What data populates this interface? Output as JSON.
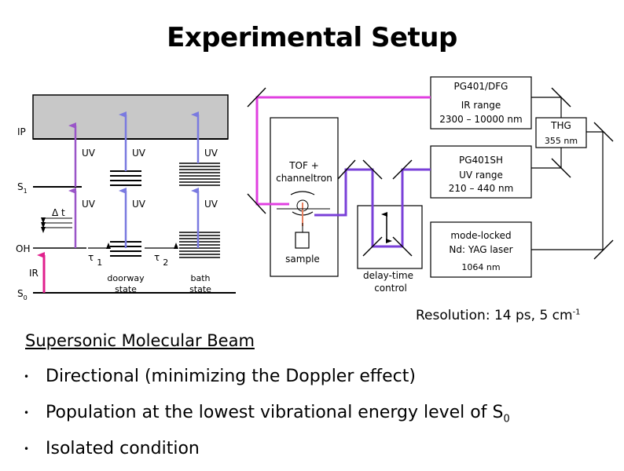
{
  "title": "Experimental Setup",
  "energy_diagram": {
    "ip_label": "IP",
    "s1_label": "S",
    "s1_sub": "1",
    "s0_label": "S",
    "s0_sub": "0",
    "oh_label": "OH",
    "ir_label": "IR",
    "uv_label": "UV",
    "delta_t": "Δ t",
    "tau": "τ",
    "tau1_sub": "1",
    "tau2_sub": "2",
    "doorway_line1": "doorway",
    "doorway_line2": "state",
    "bath_line1": "bath",
    "bath_line2": "state",
    "colors": {
      "ip_band": "#c8c8c8",
      "ir_arrow": "#e0208c",
      "uv_purple": "#9a55c8",
      "uv_blue": "#7a7ae0"
    }
  },
  "setup_diagram": {
    "tof_line1": "TOF +",
    "tof_line2": "channeltron",
    "sample": "sample",
    "delay_line1": "delay-time",
    "delay_line2": "control",
    "pg401dfg": {
      "name": "PG401/DFG",
      "range_label": "IR range",
      "range": "2300 – 10000 nm"
    },
    "thg": {
      "name": "THG",
      "wavelength": "355 nm"
    },
    "pg401sh": {
      "name": "PG401SH",
      "range_label": "UV range",
      "range": "210 – 440 nm"
    },
    "laser": {
      "line1": "mode-locked",
      "line2": "Nd: YAG laser",
      "wavelength": "1064 nm"
    },
    "colors": {
      "ir_beam": "#e040e0",
      "uv_beam": "#7a40d8"
    }
  },
  "resolution": {
    "text": "Resolution: 14 ps, 5 cm",
    "sup": "-1"
  },
  "beam_heading": "Supersonic Molecular Beam",
  "bullets": [
    {
      "text": "Directional (minimizing the Doppler effect)",
      "sub": ""
    },
    {
      "text": "Population at the lowest vibrational energy level of S",
      "sub": "0"
    },
    {
      "text": "Isolated condition",
      "sub": ""
    }
  ]
}
